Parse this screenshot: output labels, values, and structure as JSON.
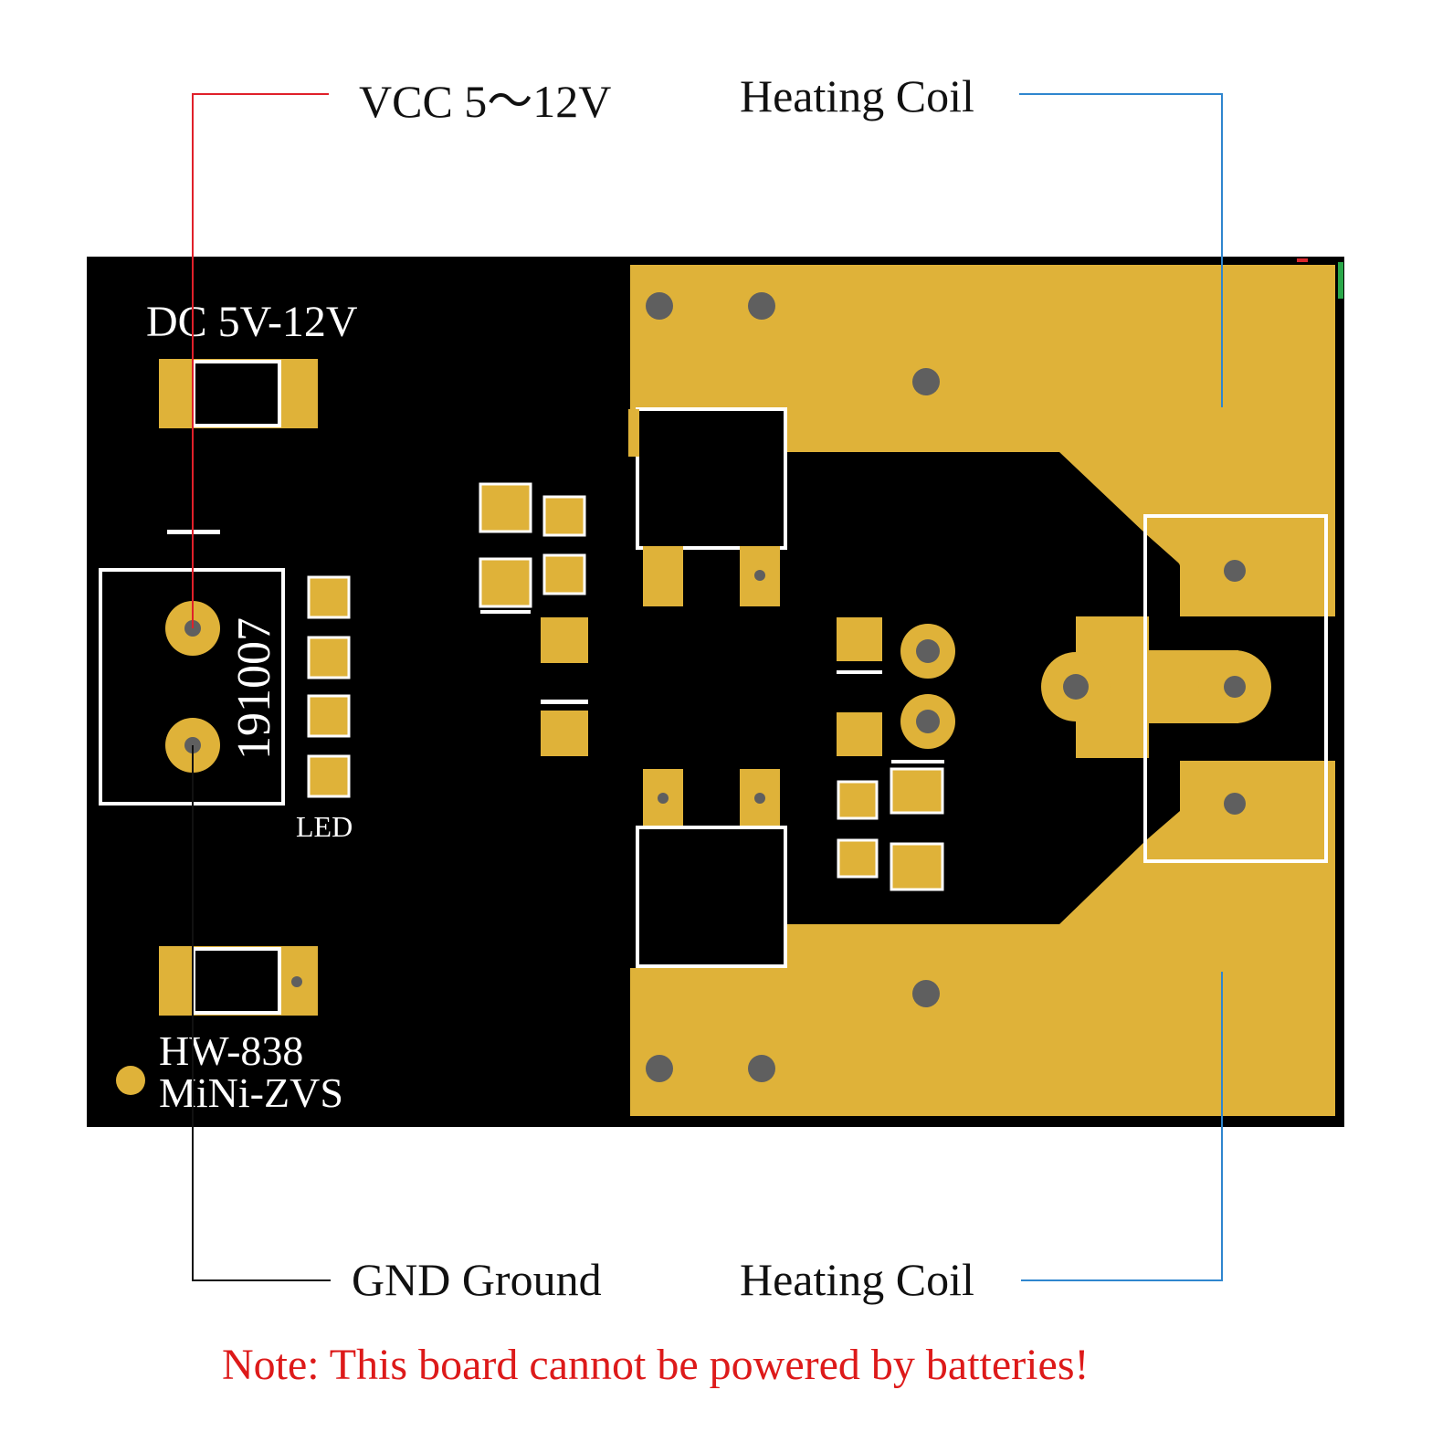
{
  "labels": {
    "vcc": "VCC  5～12V",
    "heating_coil_top": "Heating Coil",
    "heating_coil_bottom": "Heating Coil",
    "gnd": "GND Ground",
    "note": "Note: This board cannot be powered by batteries!"
  },
  "board": {
    "silk_dc": "DC 5V-12V",
    "silk_date": "191007",
    "silk_led": "LED",
    "silk_model": "HW-838",
    "silk_name": "MiNi-ZVS",
    "icons": {
      "power_jack": "connector-pads",
      "pads": "copper-pads",
      "holes": "via-holes"
    }
  },
  "colors": {
    "board": "#000000",
    "copper": "#dfb239",
    "silkscreen": "#ffffff",
    "hole": "#5f5f5f",
    "vcc_line": "#e0202a",
    "gnd_line": "#111111",
    "coil_line": "#2f86cf",
    "note_text": "#dd1a1a"
  }
}
